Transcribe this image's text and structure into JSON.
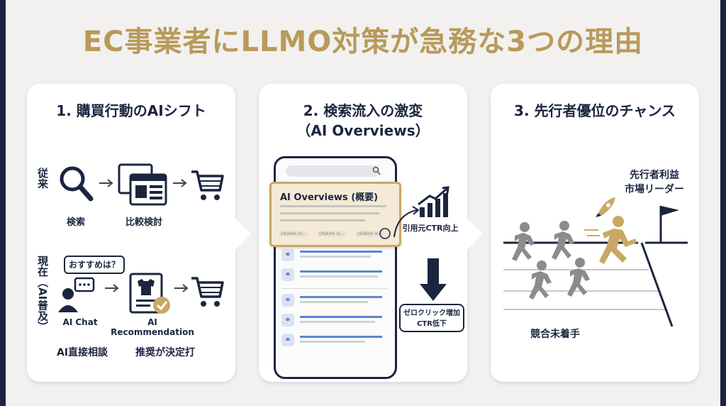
{
  "title": "EC事業者にLLMO対策が急務な3つの理由",
  "colors": {
    "gold": "#b89a5a",
    "navy": "#1b2540",
    "blue": "#5b86d1"
  },
  "panel1": {
    "heading": "1. 購買行動のAIシフト",
    "row_before_label": "従来",
    "row_after_label": "現在（AI普及）",
    "search_label": "検索",
    "compare_label": "比較検討",
    "chat_bubble": "おすすめは？",
    "ai_chat_label": "AI Chat",
    "ai_reco_label": "AI Recommendation",
    "bottom_left": "AI直接相談",
    "bottom_right": "推奨が決定打"
  },
  "panel2": {
    "heading_line1": "2. 検索流入の激変",
    "heading_line2": "（AI Overviews）",
    "aio_title": "AI Overviews (概要)",
    "citations": [
      "citation in...",
      "citation in...",
      "citation in..."
    ],
    "ctr_up_label": "引用元CTR向上",
    "zero_click_line1": "ゼロクリック増加",
    "zero_click_line2": "CTR低下"
  },
  "panel3": {
    "heading": "3. 先行者優位のチャンス",
    "leader_line1": "先行者利益",
    "leader_line2": "市場リーダー",
    "followers_label": "競合未着手"
  }
}
